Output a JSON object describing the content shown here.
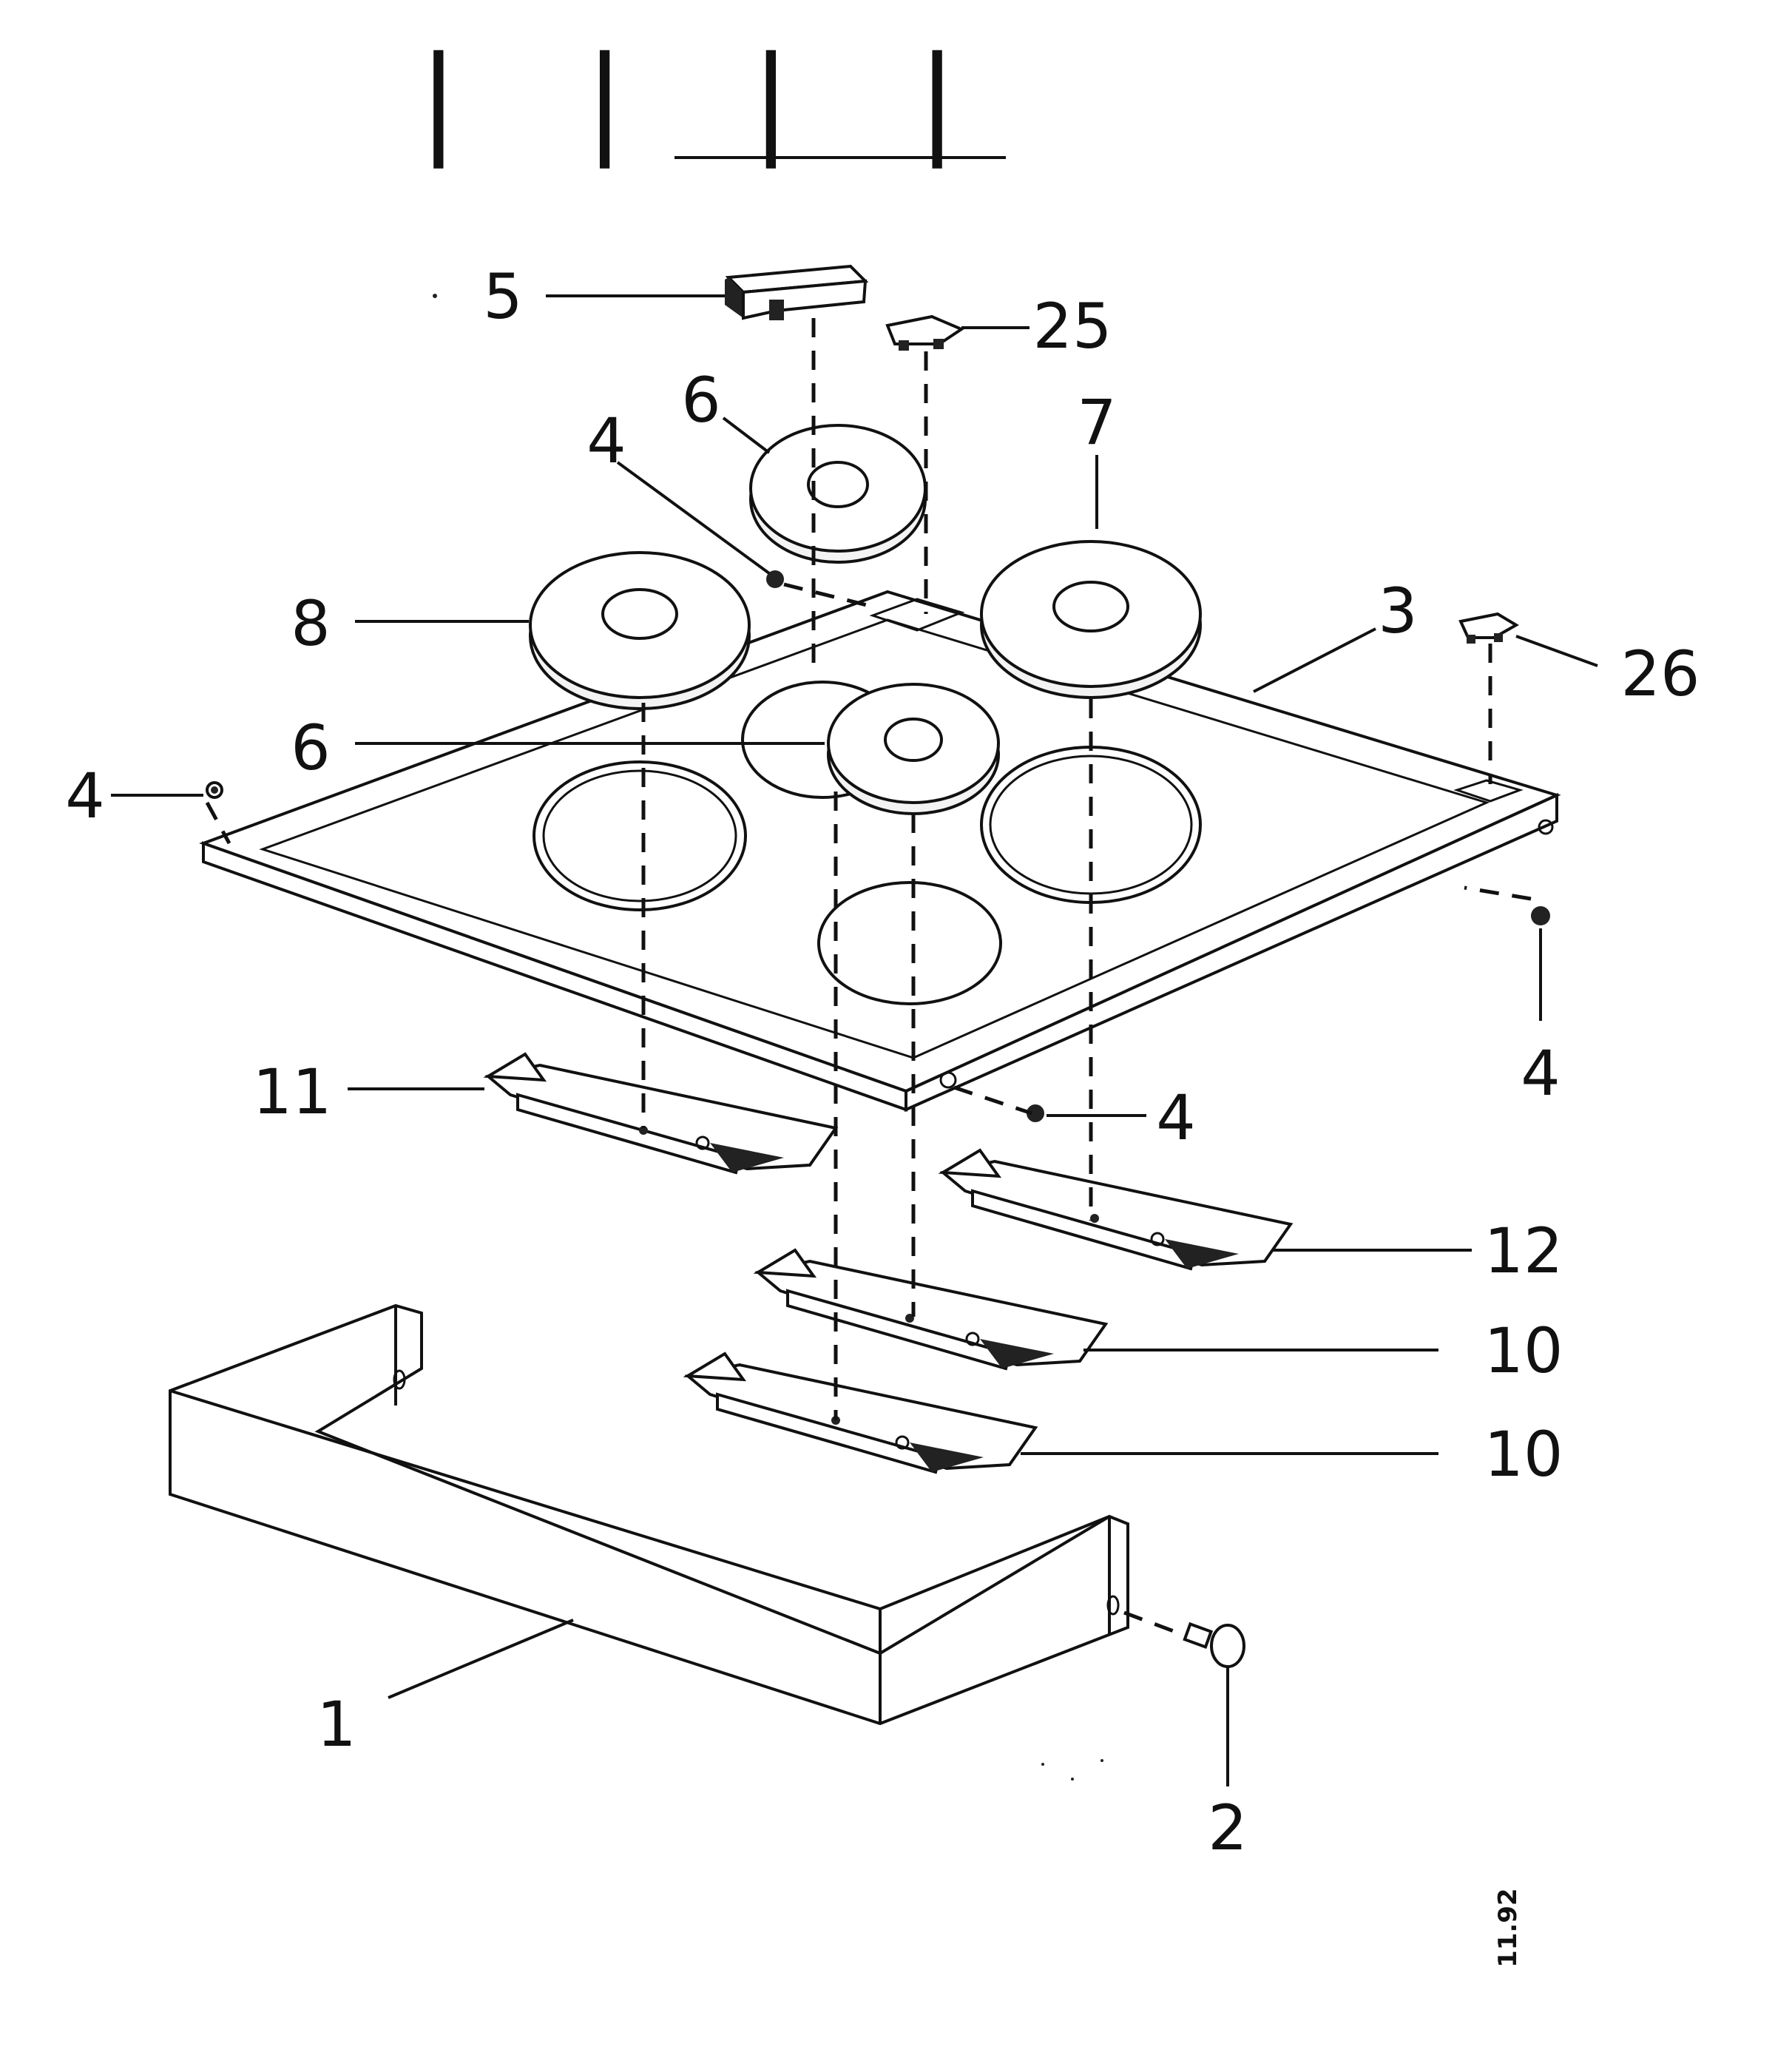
{
  "title_marks": "| | | |",
  "date_code": "11.92",
  "callouts": {
    "c1": "1",
    "c2": "2",
    "c3": "3",
    "c4a": "4",
    "c4b": "4",
    "c4c": "4",
    "c4d": "4",
    "c5": "5",
    "c6a": "6",
    "c6b": "6",
    "c7": "7",
    "c8": "8",
    "c10a": "10",
    "c10b": "10",
    "c11": "11",
    "c12": "12",
    "c25": "25",
    "c26": "26"
  }
}
